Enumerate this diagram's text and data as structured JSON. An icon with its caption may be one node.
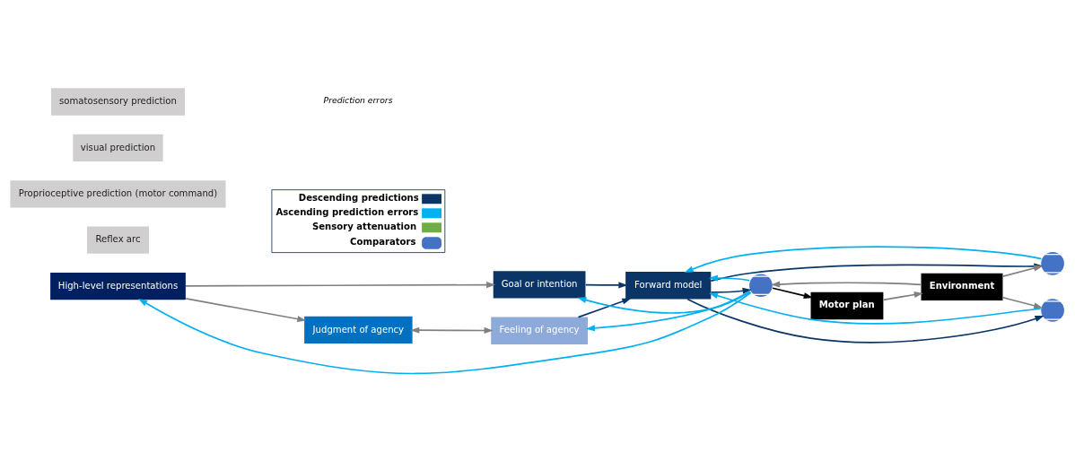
{
  "diagram": {
    "nodes": [
      {
        "text": [
          "High-level representations"
        ]
      },
      {
        "text": [
          "Judgment of agency"
        ]
      },
      {
        "text": [
          "Feeling of agency"
        ]
      },
      {
        "text": [
          "Goal or intention"
        ]
      },
      {
        "text": [
          "Forward model"
        ]
      },
      {
        "text": [
          "Reflex arc"
        ]
      },
      {
        "text": [
          "Proprioceptive prediction (motor command)"
        ]
      },
      {
        "text": [
          "visual prediction"
        ]
      },
      {
        "text": [
          "somatosensory prediction"
        ]
      },
      {
        "text": [],
        "shape": "circle"
      },
      {
        "text": [],
        "shape": "circle"
      },
      {
        "text": [],
        "shape": "circle"
      },
      {
        "text": [
          "Motor plan"
        ]
      },
      {
        "text": [
          "Environment"
        ]
      }
    ],
    "edges": [
      {
        "from": 0,
        "to": 1,
        "arrow": "to",
        "color": "#808080"
      },
      {
        "from": 0,
        "to": 3,
        "arrow": "to",
        "color": "#808080"
      },
      {
        "from": 1,
        "to": 2,
        "arrow": "both",
        "color": "#808080"
      },
      {
        "from": 2,
        "to": 4,
        "arrow": "to",
        "color": "#0a3566"
      },
      {
        "from": 3,
        "to": 4,
        "arrow": "to",
        "color": "#0a3566"
      },
      {
        "from": 4,
        "to": 9,
        "arrow": "to",
        "color": "#0a3566"
      },
      {
        "from": 4,
        "to": 10,
        "arrow": "to",
        "color": "#0a3566"
      },
      {
        "from": 4,
        "to": 11,
        "arrow": "to",
        "color": "#0a3566"
      },
      {
        "from": 13,
        "to": 9,
        "arrow": "to",
        "color": "#808080"
      },
      {
        "from": 13,
        "to": 10,
        "arrow": "to",
        "color": "#808080"
      },
      {
        "from": 13,
        "to": 11,
        "arrow": "to",
        "color": "#808080"
      },
      {
        "from": 12,
        "to": 13,
        "arrow": "to",
        "color": "#808080"
      },
      {
        "from": 9,
        "to": 12,
        "arrow": "to",
        "color": "#000000"
      },
      {
        "from": 9,
        "to": 0,
        "arrow": "to",
        "color": "#00b0f0"
      },
      {
        "from": 9,
        "to": 2,
        "arrow": "to",
        "color": "#00b0f0"
      },
      {
        "from": 9,
        "to": 3,
        "arrow": "to",
        "color": "#00b0f0"
      },
      {
        "from": 9,
        "to": 4,
        "arrow": "to",
        "color": "#00b0f0"
      },
      {
        "from": 10,
        "to": 4,
        "arrow": "to",
        "color": "#00b0f0"
      },
      {
        "from": 11,
        "to": 4,
        "arrow": "to",
        "color": "#00b0f0"
      }
    ],
    "labels": [
      "Prediction errors"
    ],
    "legend": [
      {
        "text": "Descending predictions"
      },
      {
        "text": "Ascending prediction errors"
      },
      {
        "text": "Sensory attenuation"
      },
      {
        "text": "Comparators"
      }
    ]
  }
}
